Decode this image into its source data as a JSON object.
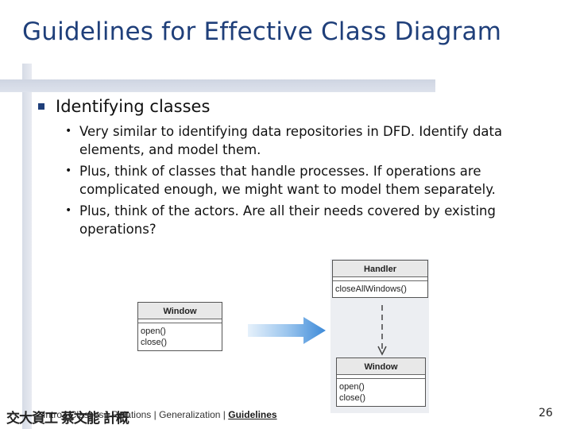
{
  "slide": {
    "title": "Guidelines for Effective Class Diagram",
    "level1": "Identifying classes",
    "bullets": [
      "Very similar to identifying data repositories in DFD. Identify data elements, and model them.",
      "Plus, think of classes that handle processes. If operations are complicated enough, we might want to model them separately.",
      "Plus, think of the actors. Are all their needs covered by existing operations?"
    ],
    "page_number": "26"
  },
  "diagram": {
    "window_left": {
      "name": "Window",
      "operations": [
        "open()",
        "close()"
      ]
    },
    "handler": {
      "name": "Handler",
      "operations": [
        "closeAllWindows()"
      ]
    },
    "window_right": {
      "name": "Window",
      "operations": [
        "open()",
        "close()"
      ]
    }
  },
  "footer": {
    "logo": "交大資工 蔡文能 計概",
    "partial": "Intro | Classes | Relations | Generalization | ",
    "current": "Guidelines"
  },
  "colors": {
    "title": "#1f3f7a",
    "arrow_fill": "#4a90d9",
    "panel": "#eceef2"
  }
}
